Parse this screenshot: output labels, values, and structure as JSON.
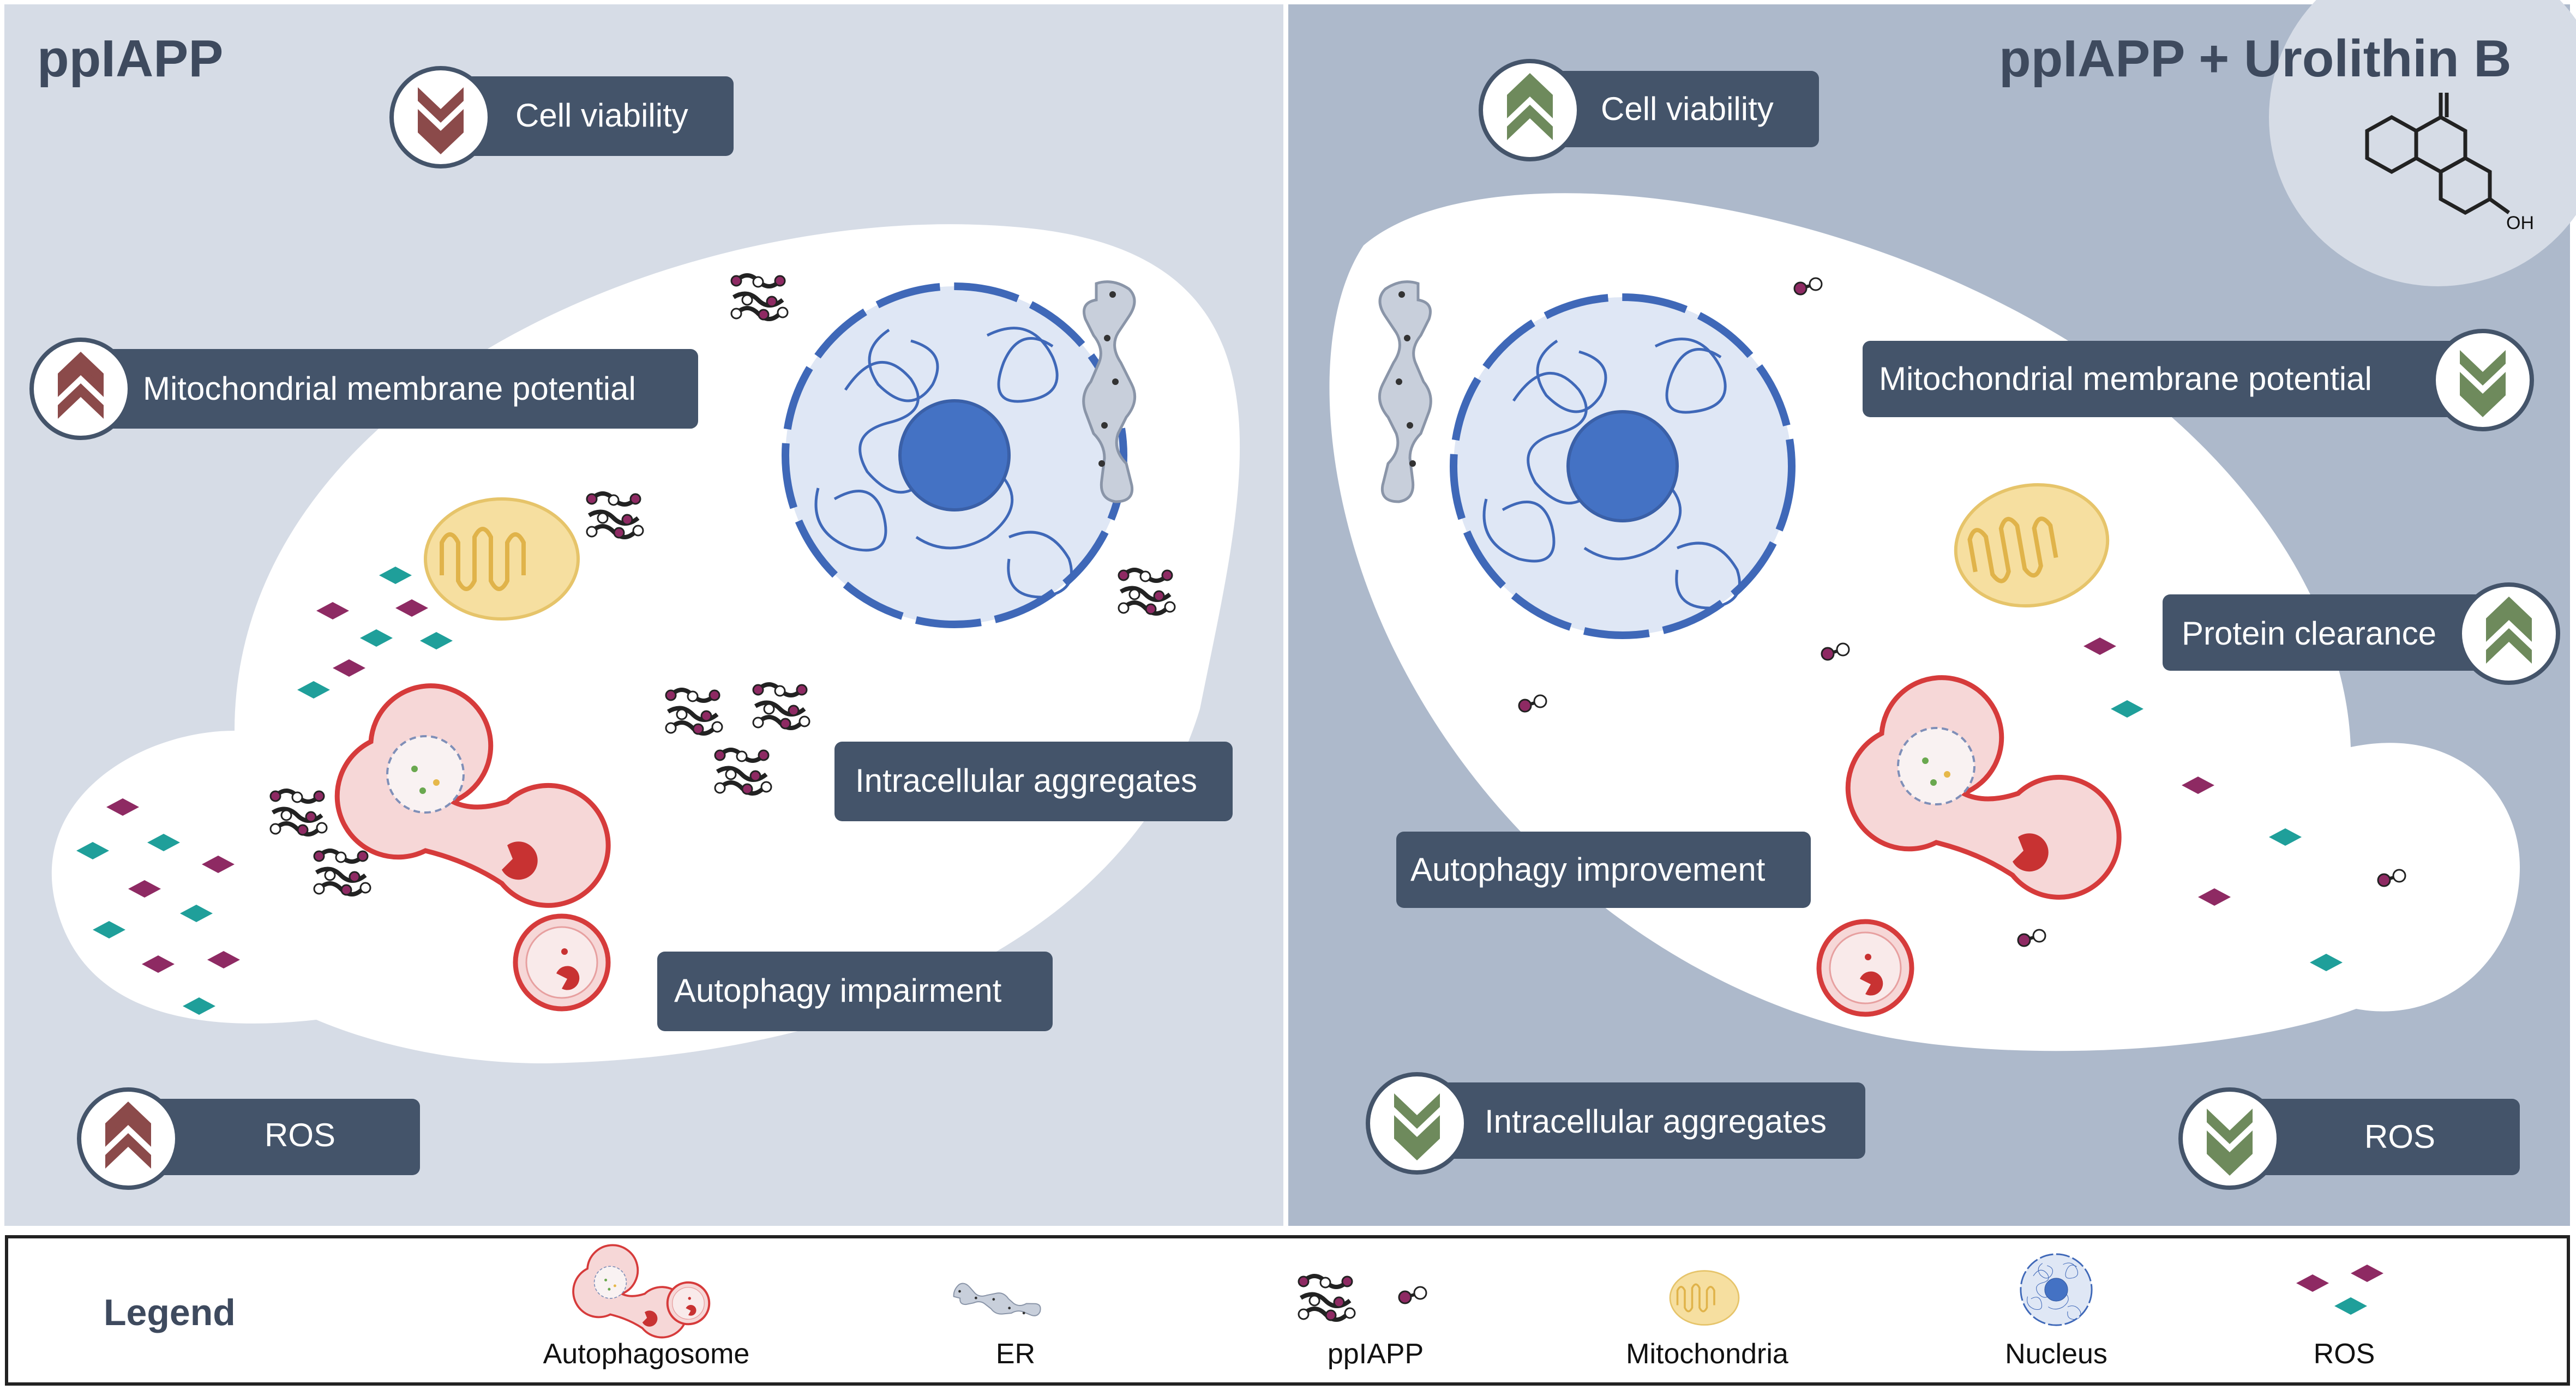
{
  "left_panel": {
    "title": "ppIAPP",
    "labels": {
      "cell_viability": "Cell viability",
      "mito_potential": "Mitochondrial membrane potential",
      "intracellular_aggregates": "Intracellular aggregates",
      "autophagy": "Autophagy impairment",
      "ros": "ROS"
    }
  },
  "right_panel": {
    "title": "ppIAPP + Urolithin B",
    "oh_label": "OH",
    "labels": {
      "cell_viability": "Cell viability",
      "mito_potential": "Mitochondrial membrane potential",
      "protein_clearance": "Protein clearance",
      "autophagy": "Autophagy improvement",
      "intracellular_aggregates": "Intracellular aggregates",
      "ros": "ROS"
    }
  },
  "legend": {
    "title": "Legend",
    "items": [
      "Autophagosome",
      "ER",
      "ppIAPP",
      "Mitochondria",
      "Nucleus",
      "ROS"
    ]
  },
  "colors": {
    "left_bg": "#d6dce6",
    "right_bg": "#adb9cb",
    "label_bg": "#44546a",
    "arrow_down_red": "#8b4a4a",
    "arrow_up_red": "#8b4a4a",
    "arrow_green": "#6e8a5c",
    "nucleus": "#4472c4",
    "mito": "#f2d68a",
    "autophagosome": "#d63b3b",
    "ros_purple": "#8e2a63",
    "ros_teal": "#1f9f9a"
  },
  "icons": [
    "chevron-down-icon",
    "chevron-up-icon",
    "urolithin-b-structure-icon"
  ]
}
